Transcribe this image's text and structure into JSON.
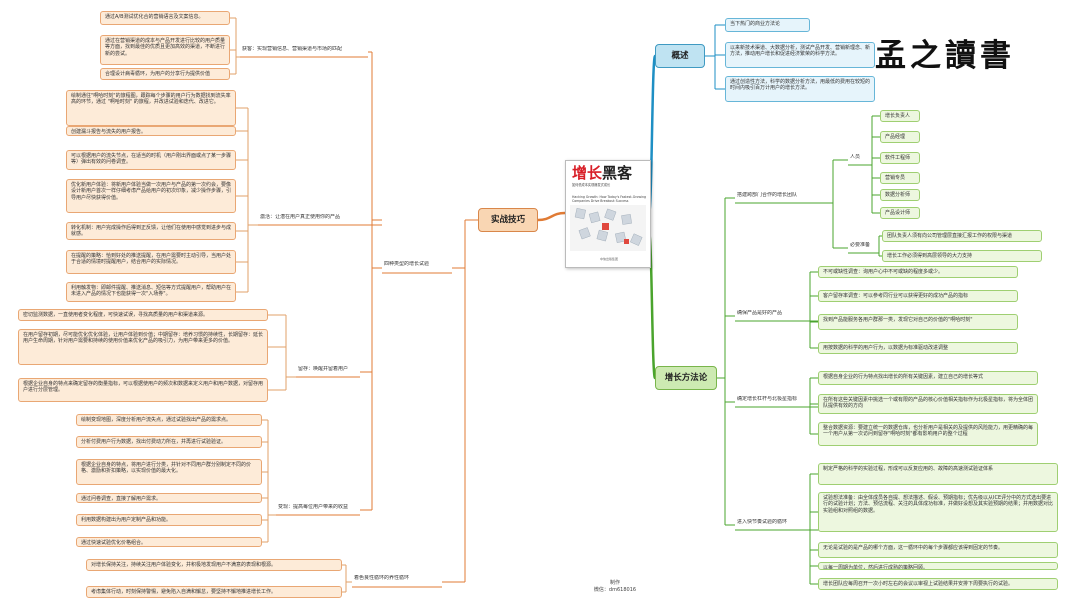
{
  "book": {
    "title_red": "增长",
    "title_black": "黑客",
    "subtitle": "如何低成本实现爆发式成长",
    "authors": "Sean Ellis  Morgan Brown",
    "english_title": "Hacking Growth: How Today's Fastest-Growing Companies Drive Breakout Success",
    "art_text": "HACKING GROWTH",
    "publisher": "中信出版集团"
  },
  "watermark": "孟之讀書",
  "credit": {
    "line1": "制作",
    "line2": "微信：dm618016"
  },
  "colors": {
    "blue_branch": "#1e8fc4",
    "green_branch": "#4aa42d",
    "orange_branch": "#e07b35",
    "left_leaf_line": "#e2a06a"
  },
  "mindmap": {
    "overview": {
      "title": "概述",
      "items": [
        "当下热门的商业方法论",
        "以来新技术渠道、大数据分析，测试产品开发、营销新理念、新方法，推动用户增长和促进经济繁荣的科学方法。",
        "通过创造性方法，科学的数据分析方法，用最低的费用在较短的时间内吸引百万计用户的增长方法。"
      ]
    },
    "method": {
      "title": "增长方法论",
      "team": {
        "title": "搭建跨部门合作的增长团队",
        "people_label": "人员",
        "people": [
          "增长负责人",
          "产品经理",
          "软件工程师",
          "营销专员",
          "数据分析师",
          "产品设计师"
        ],
        "prereq_label": "必要准备",
        "prereqs": [
          "团队负责人须有向公司管理层直接汇报工作的权限与渠道",
          "增长工作必须得到高层领导的大力支持"
        ]
      },
      "product": {
        "title": "确保产品是好的产品",
        "items": [
          "不可或缺性调查：询用户心中不可或缺的程度多或少。",
          "客户留存率调查：可以参考同行业可以获得更好的成功产品的指标",
          "找到产品能服务各用户群那一类，发现它对自己的价值的\"啊哈时刻\"",
          "用按数据的科学的用户行为，以数据为标准驱动改进调整"
        ]
      },
      "metric": {
        "title": "确定增长杠杆与北极星指标",
        "items": [
          "根据自身企业的行为特点找出增长的所有关键因素，建立自己的增长等式",
          "在所有这些关键因素中挑选一个或有限的产品的核心价值相关指标作为北极星指标，将为全体团队提供有效的方向",
          "整合数据资源：要建立统一的数据仓库，也分析用户是相关的及提供的风险能力，用更精确的每一个用户从第一次访问到留存\"啊哈时刻\"都有影响用户的整个过程"
        ]
      },
      "loop": {
        "title": "进入快节奏试验的循环",
        "items": [
          "制定严格的科学的实验过程，形成可以反复应用的、故障的高速测试验证体系",
          "试验想法准备：由全体成员各自提、想法描述、假设、预期指标；优先级以从ICE评分中的方式选出要进行的试验计划；方法、预估流程、关注的具体成功标准，并做好设想及其实验预期的结果；并用数据对比实验组和对照组的数据。",
          "无论是试验的是产品的哪个方面，这一循环中的每个步骤都应该得到固定的节奏。",
          "以每一周期为单位，然后进行成熟的策略回顾。",
          "增长团队应每周召开一次小时左右的会议以审视上试验结果并安排下周要执行的试验。"
        ]
      }
    },
    "tactics": {
      "title": "实战技巧",
      "growth_types": {
        "title": "四种类型的增长试验",
        "acquisition": {
          "label": "获客：实现营销信息、营销渠道与市场的匹配",
          "items": [
            "通过A/B测试优化合的营销语言及文案信息。",
            "通过在营销渠道的成本与产品开发进行比较的用户质量等方面，找到最佳的优质且更加高效的渠道，不断进行新的尝试。",
            "合理设计病毒循环，为用户的分享行为提供价值"
          ]
        },
        "activation": {
          "label": "激活：让潜在用户真正使用你的产品",
          "items": [
            "绘制通往\"啊哈时刻\"的旅程图，跟踪每个步骤的用户行为数据找到流失率高的环节，通过 \"啊哈时刻\" 的旅程，并改进试验和迭代、改进它。",
            "创建漏斗报告与流失的用户报告。",
            "可以根据用户的流失节点，在适当的时机（用户刚出界面或点了某一步骤等）弹出有效的问卷调查。",
            "优化新用户体验：将新用户体验当做一次用户与产品的第一次约会，要像设计新用户首次一样仔细考虑产品给用户的初次印象，减少操作步骤，引导用户尽快获得价值。",
            "转化机制：用户完成操作后得到正反馈，让他们在使用中感觉到进步与成就感。",
            "在提醒的策略：恰到好处的推送提醒，在用户需要时主动引导，当用户处于合适的情境时提醒用户，结合用户的实际情况。",
            "利用触发物：即邮件提醒、推送消息、短信等方式提醒用户，帮助用户在未进入产品的情况下也能获得一次\"入场券\"。"
          ]
        },
        "retention": {
          "label": "留存：唤醒并留着用户",
          "items": [
            "密切监测数据，一直使用者变化程度，可快速试误，寻找高质量的用户和渠道来源。",
            "在用户留存初期，尽可能优化优化体验，让用户体验到价值；中期留存：培养习惯的持续性，长期留存：延长用户生命周期，针对用户需要和持续的使用价值来优化产品的吸引力，为用户带来更多的价值。",
            "根据企业自身的特点来确定留存的衡量指标，可以根据使用户的频次和数据来定义用户和用户数据，对留存用户进行分层管理。"
          ]
        },
        "monetization": {
          "label": "变现：提高每位用户带来的收益",
          "items": [
            "绘制变现地图，深度分析用户流失点，通过试验找出产品的需求点。",
            "分析付费用户行为数据，找出付费动力所在，并再进行试验验证。",
            "根据企业自身的特点，将用户进行分类，并针对不同用户群分别制定不同的价格、激励和折扣策略，以实现价值的最大化。",
            "通过问卷调查，直接了解用户需求。",
            "利用数据构建出为用户定制产品和功能。",
            "通过快速试验优化价格组合。"
          ]
        }
      },
      "virtuous_cycle": {
        "title": "着色良性循环的养性循环",
        "items": [
          "对增长保持关注，持续关注用户体验变化，并积极地发现用户不满意的表现和根源。",
          "考虑集体行动，时刻保持警惕，避免陷入自满和懈怠，要坚持不懈地推进增长工作。"
        ]
      }
    }
  }
}
